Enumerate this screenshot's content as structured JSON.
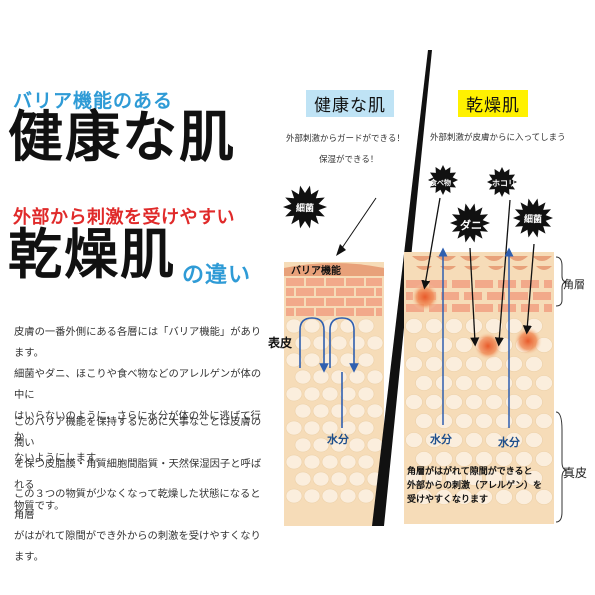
{
  "headline": {
    "lead": "バリア機能のある",
    "healthy": "健康な肌",
    "mid": "外部から刺激を受けやすい",
    "dry": "乾燥肌",
    "tail": "の違い"
  },
  "paragraphs": [
    [
      "皮膚の一番外側にある各層には「バリア機能」があります。",
      "細菌やダニ、ほこりや食べ物などのアレルゲンが体の中に",
      "はいらないのように、さらに水分が体の外に逃げて行か",
      "ないようにします。"
    ],
    [
      "このバリア機能を保持するために大事なことは皮膚の潤い",
      "を保つ皮脂膜・角質細胞間脂質・天然保湿因子と呼ばれる",
      "物質です。"
    ],
    [
      "この３つの物質が少なくなって乾燥した状態になると角層",
      "がはがれて隙間ができ外からの刺激を受けやすくなります。"
    ]
  ],
  "healthy_panel": {
    "title": "健康な肌",
    "caption1": "外部刺激からガードができる！",
    "caption2": "保湿ができる！",
    "germ": "細菌",
    "barrier": "バリア機能",
    "epidermis": "表皮",
    "water": "水分"
  },
  "dry_panel": {
    "title": "乾燥肌",
    "caption": "外部刺激が皮膚からに入ってしまう",
    "allergens": [
      "食べ物",
      "ダニ",
      "ホコリ",
      "細菌"
    ],
    "horny_layer": "角層",
    "dermis": "真皮",
    "water": "水分",
    "note": [
      "角層がはがれて隙間ができると",
      "外部からの刺激（アレルゲン）を",
      "受けやすくなります"
    ]
  },
  "colors": {
    "blue_accent": "#2f9bd6",
    "red_accent": "#e02a2a",
    "healthy_tag_bg": "#bfe3f5",
    "dry_tag_bg": "#fff100",
    "skin": "#f6dcb8",
    "brick": "#f2a98a"
  }
}
